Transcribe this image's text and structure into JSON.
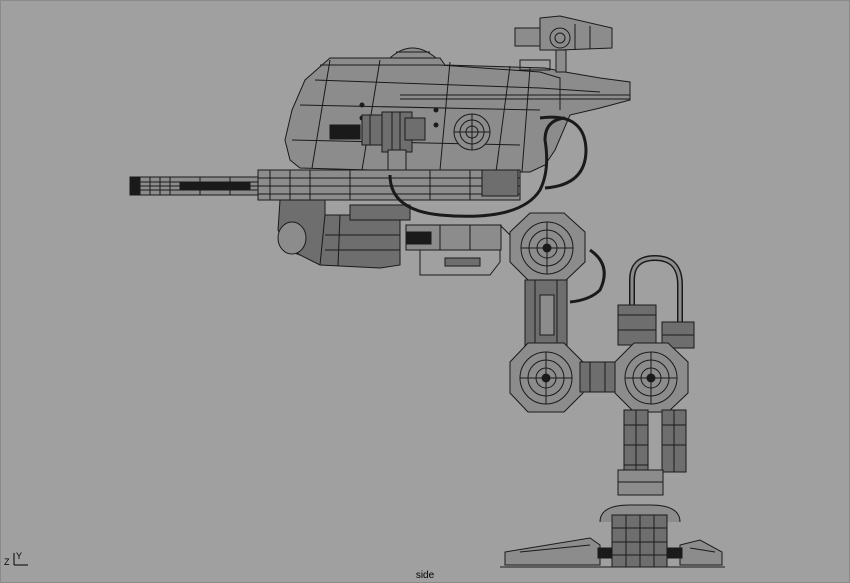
{
  "viewport": {
    "camera_label": "side",
    "background_color": "#a0a0a0",
    "wire_color": "#1a1a1a",
    "fill_color": "#8c8c8c",
    "shade_color": "#6e6e6e"
  },
  "axis_gizmo": {
    "horizontal_axis": "Z",
    "vertical_axis": "Y"
  }
}
